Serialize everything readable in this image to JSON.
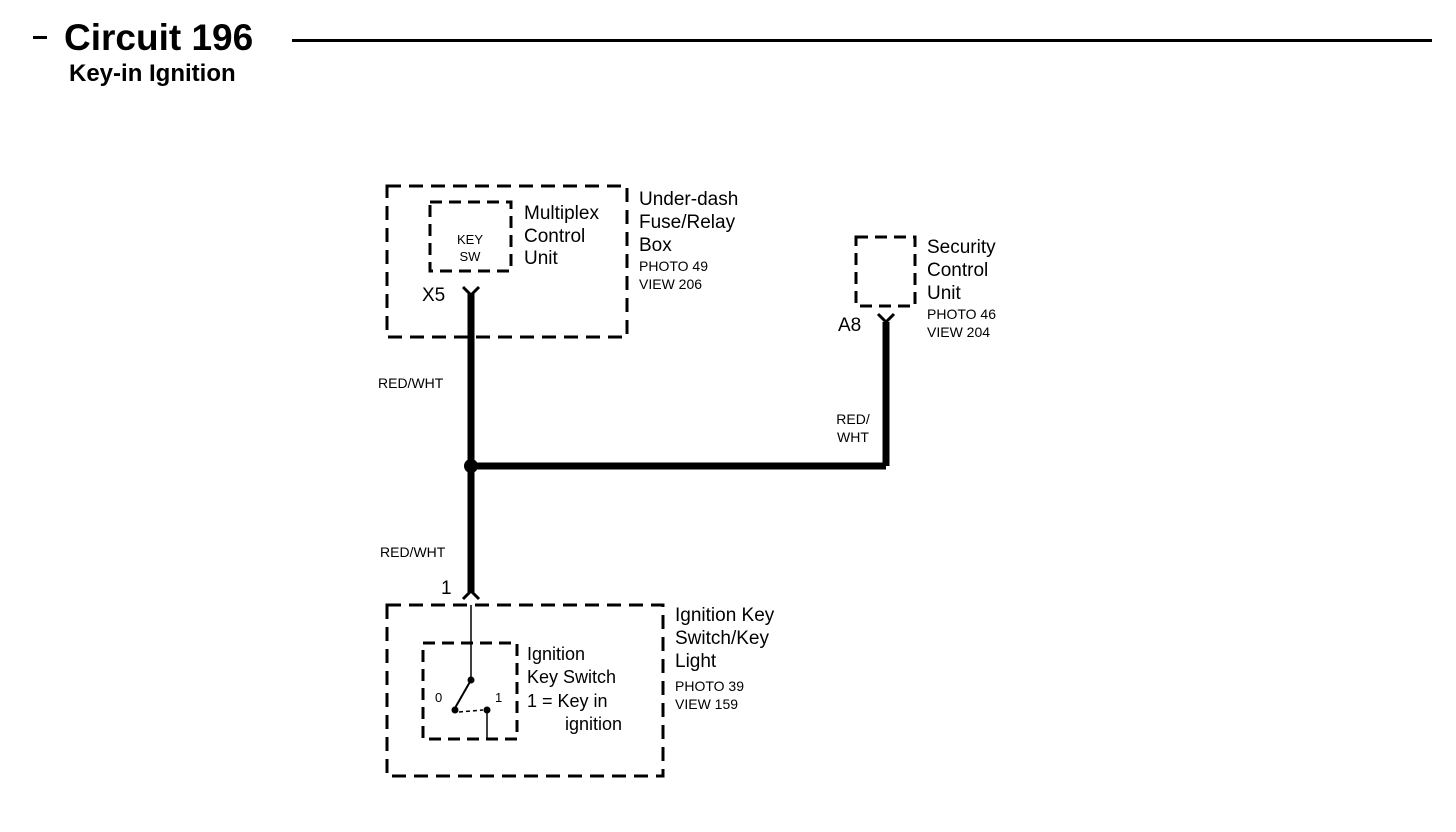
{
  "header": {
    "title": "Circuit 196",
    "subtitle": "Key-in Ignition"
  },
  "underdash_box": {
    "name_lines": [
      "Under-dash",
      "Fuse/Relay",
      "Box"
    ],
    "photo": "PHOTO 49",
    "view": "VIEW 206",
    "inner_unit_lines": [
      "Multiplex",
      "Control",
      "Unit"
    ],
    "internal_lines": [
      "KEY",
      "SW"
    ],
    "connector": "X5"
  },
  "security_unit": {
    "name_lines": [
      "Security",
      "Control",
      "Unit"
    ],
    "photo": "PHOTO 46",
    "view": "VIEW 204",
    "connector": "A8"
  },
  "ignition_box": {
    "name_lines": [
      "Ignition Key",
      "Switch/Key",
      "Light"
    ],
    "photo": "PHOTO 39",
    "view": "VIEW 159",
    "switch_lines": [
      "Ignition",
      "Key Switch",
      "1 = Key in",
      "ignition"
    ],
    "pos0": "0",
    "pos1": "1",
    "connector": "1"
  },
  "wires": {
    "upper": "RED/WHT",
    "branch_lines": [
      "RED/",
      "WHT"
    ],
    "lower": "RED/WHT"
  },
  "colors": {
    "line": "#000000",
    "background": "#ffffff"
  }
}
